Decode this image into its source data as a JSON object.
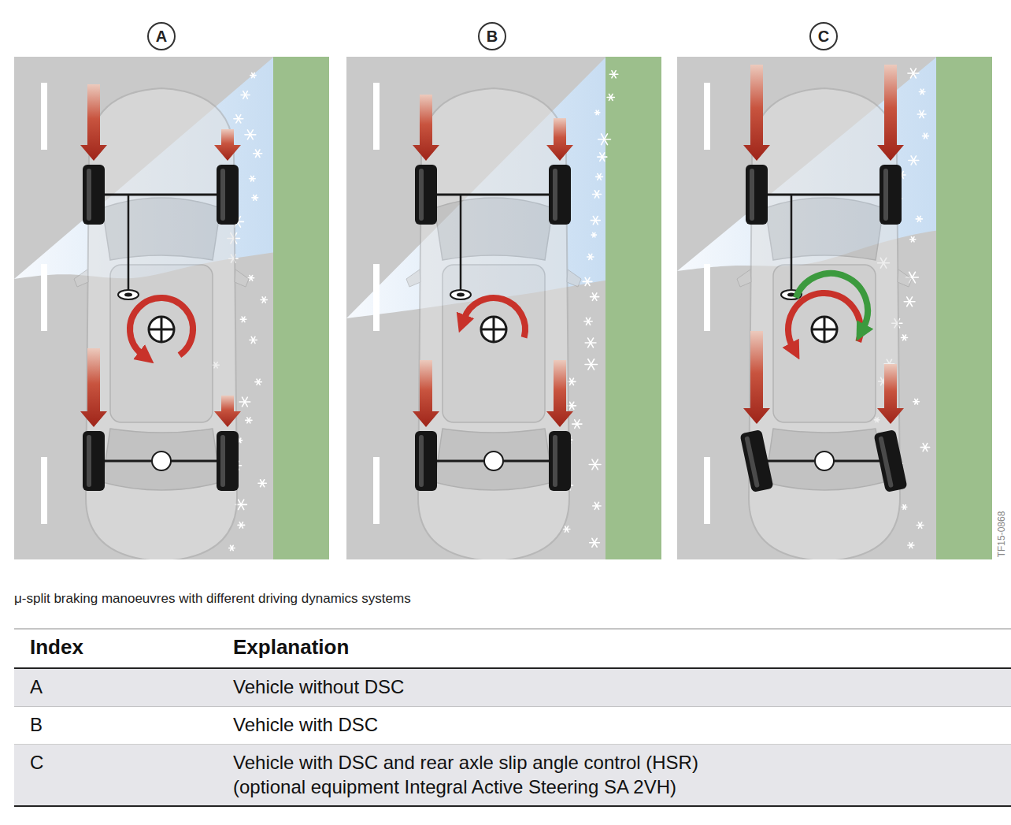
{
  "diagram": {
    "caption": "μ-split braking manoeuvres with different driving dynamics systems",
    "nodes": [
      {
        "text": [
          "A"
        ]
      },
      {
        "text": [
          "B"
        ]
      },
      {
        "text": [
          "C"
        ]
      }
    ],
    "labels": [
      "Index",
      "Explanation",
      "A",
      "Vehicle without DSC",
      "B",
      "Vehicle with DSC",
      "C",
      "Vehicle with DSC and rear axle slip angle control (HSR)",
      "(optional equipment Integral Active Steering SA 2VH)",
      "TF15-0868"
    ]
  }
}
